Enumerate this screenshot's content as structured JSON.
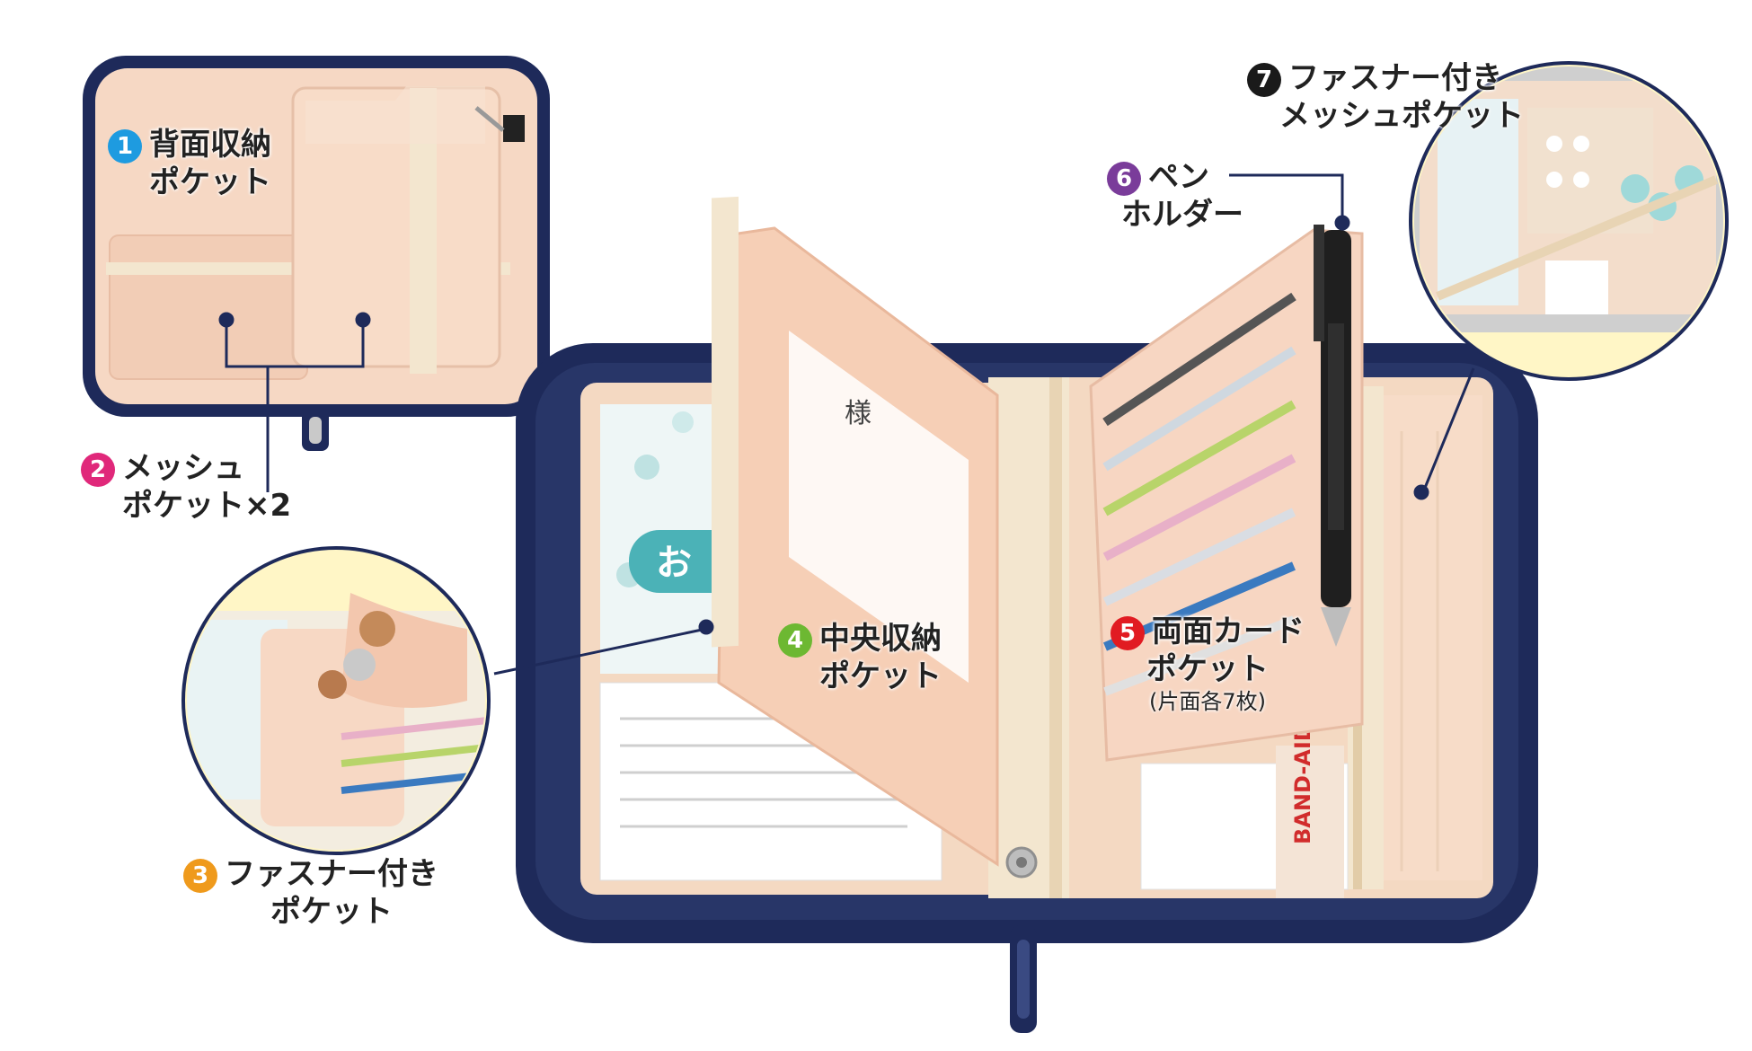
{
  "colors": {
    "navy": "#1e2a5a",
    "lining": "#f6d8c4",
    "cream": "#f3e6cf",
    "callout_bg": "#fff6c6",
    "num_1": "#1e9be0",
    "num_2": "#e0287a",
    "num_3": "#ef9a1c",
    "num_4": "#6db832",
    "num_5": "#e11b22",
    "num_6": "#7a3c9a",
    "num_7": "#1a1a1a"
  },
  "labels": {
    "p1": {
      "num": "1",
      "line1": "背面収納",
      "line2": "ポケット"
    },
    "p2": {
      "num": "2",
      "line1": "メッシュ",
      "line2": "ポケット×2"
    },
    "p3": {
      "num": "3",
      "line1": "ファスナー付き",
      "line2": "ポケット"
    },
    "p4": {
      "num": "4",
      "line1": "中央収納",
      "line2": "ポケット"
    },
    "p5": {
      "num": "5",
      "line1": "両面カード",
      "line2": "ポケット",
      "note": "(片面各7枚)"
    },
    "p6": {
      "num": "6",
      "line1": "ペン",
      "line2": "ホルダー"
    },
    "p7": {
      "num": "7",
      "line1": "ファスナー付き",
      "line2": "メッシュポケット"
    }
  },
  "product_text": {
    "bandaid": "BAND-AID",
    "sama": "様",
    "oku": "お"
  }
}
